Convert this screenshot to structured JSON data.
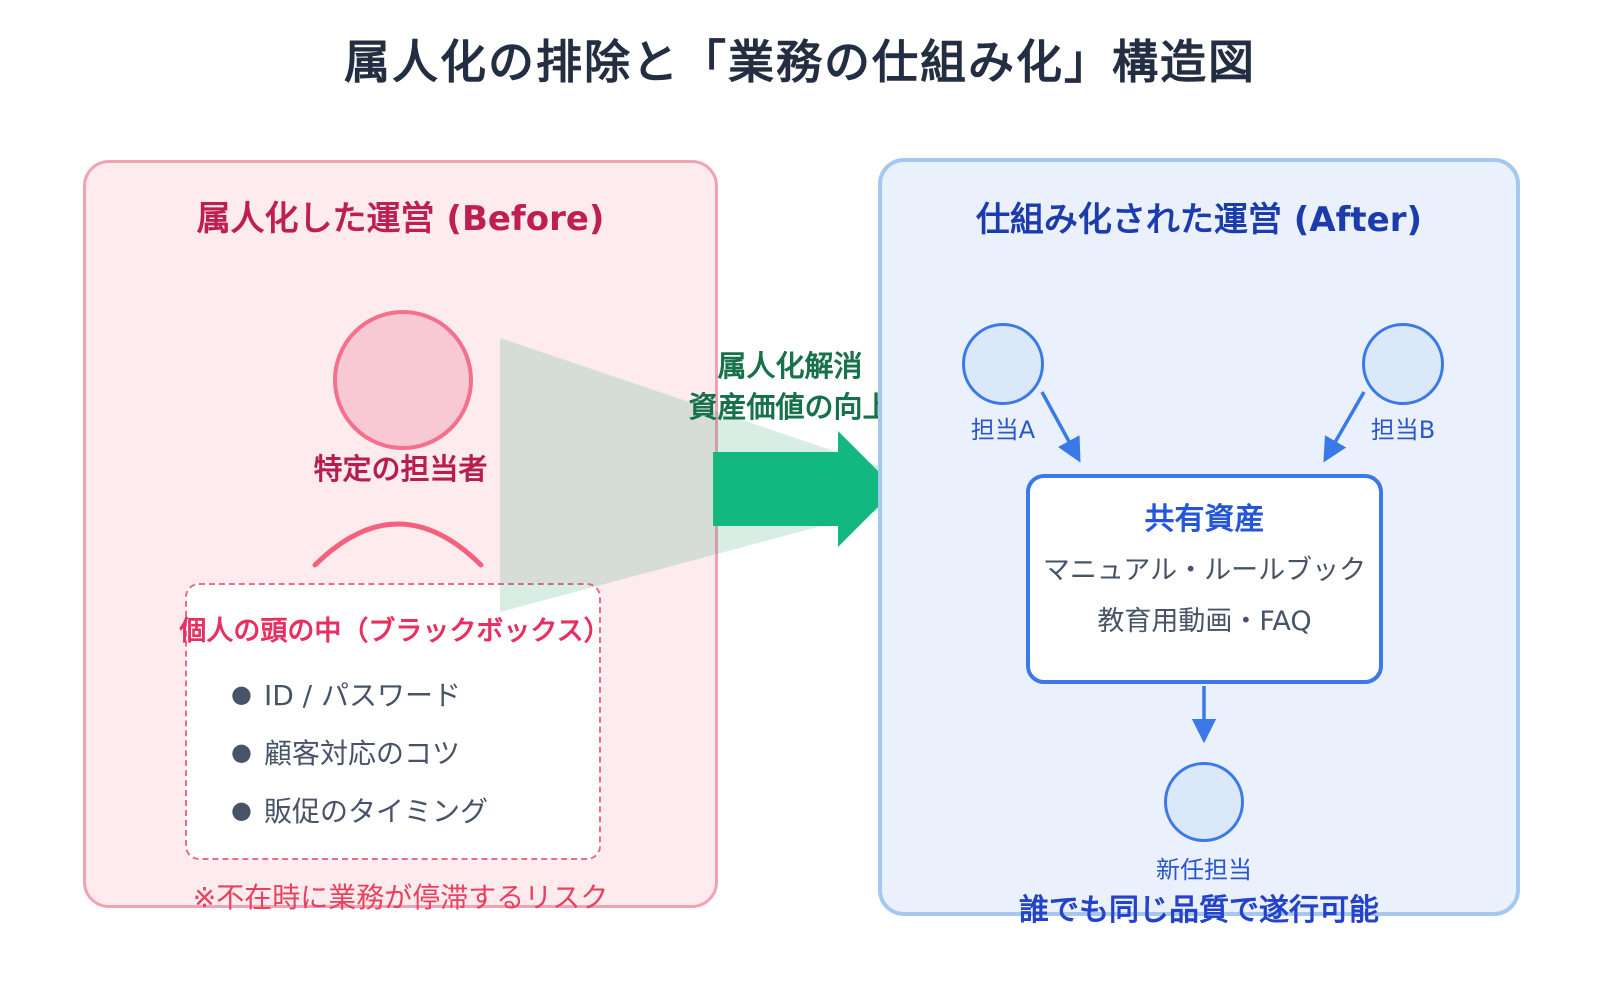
{
  "title": "属人化の排除と「業務の仕組み化」構造図",
  "before_panel": {
    "heading": "属人化した運営 (Before)",
    "person_label": "特定の担当者",
    "blackbox": {
      "title": "個人の頭の中（ブラックボックス）",
      "bullet": "●",
      "items": [
        "ID / パスワード",
        "顧客対応のコツ",
        "販促のタイミング"
      ]
    },
    "risk_note": "※不在時に業務が停滞するリスク"
  },
  "transition": {
    "line1": "属人化解消",
    "line2": "資産価値の向上"
  },
  "after_panel": {
    "heading": "仕組み化された運営 (After)",
    "person_a_label": "担当A",
    "person_b_label": "担当B",
    "asset_box": {
      "title": "共有資産",
      "lines": [
        "マニュアル・ルールブック",
        "教育用動画・FAQ"
      ]
    },
    "new_person_label": "新任担当",
    "outcome": "誰でも同じ品質で遂行可能"
  },
  "colors": {
    "title_text": "#232e42",
    "before_bg": "#fdebee",
    "before_border": "#f2a3b1",
    "before_accent": "#bf1e52",
    "before_pink": "#f4708c",
    "blackbox_title": "#e73060",
    "list_text": "#475468",
    "risk_text": "#e8415f",
    "arrow_green": "#12b880",
    "funnel_green": "rgba(23,150,95,0.17)",
    "transition_text": "#17714a",
    "after_bg": "#eaf1fc",
    "after_border": "#a6c8f0",
    "after_accent": "#1c3cad",
    "after_blue": "#3b79e8",
    "after_label_blue": "#2d55cc",
    "asset_title_blue": "#2456d8",
    "outcome_blue": "#2443c8"
  }
}
